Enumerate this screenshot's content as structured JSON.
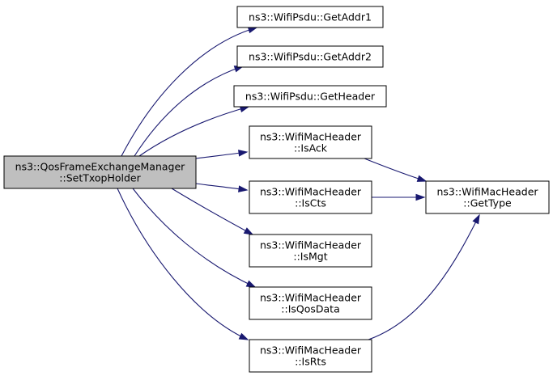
{
  "nodes": [
    {
      "id": "root",
      "lines": [
        "ns3::QosFrameExchangeManager",
        "::SetTxopHolder"
      ]
    },
    {
      "id": "addr1",
      "lines": [
        "ns3::WifiPsdu::GetAddr1"
      ]
    },
    {
      "id": "addr2",
      "lines": [
        "ns3::WifiPsdu::GetAddr2"
      ]
    },
    {
      "id": "header",
      "lines": [
        "ns3::WifiPsdu::GetHeader"
      ]
    },
    {
      "id": "isack",
      "lines": [
        "ns3::WifiMacHeader",
        "::IsAck"
      ]
    },
    {
      "id": "iscts",
      "lines": [
        "ns3::WifiMacHeader",
        "::IsCts"
      ]
    },
    {
      "id": "ismgt",
      "lines": [
        "ns3::WifiMacHeader",
        "::IsMgt"
      ]
    },
    {
      "id": "isqos",
      "lines": [
        "ns3::WifiMacHeader",
        "::IsQosData"
      ]
    },
    {
      "id": "isrts",
      "lines": [
        "ns3::WifiMacHeader",
        "::IsRts"
      ]
    },
    {
      "id": "gettype",
      "lines": [
        "ns3::WifiMacHeader",
        "::GetType"
      ]
    }
  ],
  "edges": [
    {
      "from": "root",
      "to": "addr1"
    },
    {
      "from": "root",
      "to": "addr2"
    },
    {
      "from": "root",
      "to": "header"
    },
    {
      "from": "root",
      "to": "isack"
    },
    {
      "from": "root",
      "to": "iscts"
    },
    {
      "from": "root",
      "to": "ismgt"
    },
    {
      "from": "root",
      "to": "isqos"
    },
    {
      "from": "root",
      "to": "isrts"
    },
    {
      "from": "isack",
      "to": "gettype"
    },
    {
      "from": "iscts",
      "to": "gettype"
    },
    {
      "from": "isrts",
      "to": "gettype"
    }
  ],
  "colors": {
    "node_fill": "#ffffff",
    "root_fill": "#bfbfbf",
    "node_border": "#000000",
    "edge": "#191970"
  }
}
